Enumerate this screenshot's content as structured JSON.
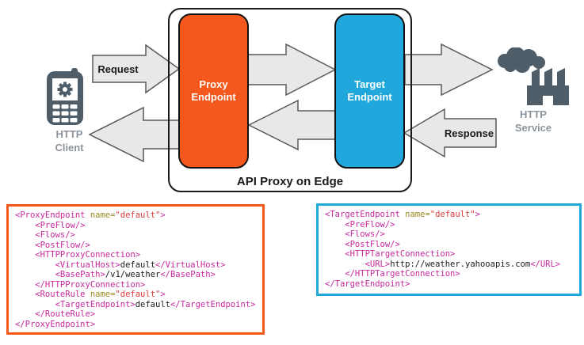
{
  "diagram": {
    "container_label": "API Proxy on Edge",
    "proxy_endpoint": {
      "label": "Proxy\nEndpoint",
      "color": "#F4581C"
    },
    "target_endpoint": {
      "label": "Target\nEndpoint",
      "color": "#20A8DC"
    },
    "request_label": "Request",
    "response_label": "Response",
    "client": {
      "label": "HTTP\nClient",
      "icon": "mobile-phone-gear-icon",
      "color": "#4F5D68"
    },
    "service": {
      "label": "HTTP\nService",
      "icon": "factory-smoke-icon",
      "color": "#4F5D68"
    },
    "arrow_fill": "#E8E8E8",
    "arrow_stroke": "#595959"
  },
  "code_blocks": {
    "proxy": {
      "border_color": "#F4581C",
      "lines": [
        [
          [
            "tag",
            "<ProxyEndpoint "
          ],
          [
            "attr",
            "name="
          ],
          [
            "str",
            "\"default\""
          ],
          [
            "tag",
            ">"
          ]
        ],
        [
          [
            "tag",
            "    <PreFlow/>"
          ]
        ],
        [
          [
            "tag",
            "    <Flows/>"
          ]
        ],
        [
          [
            "tag",
            "    <PostFlow/>"
          ]
        ],
        [
          [
            "tag",
            "    <HTTPProxyConnection>"
          ]
        ],
        [
          [
            "tag",
            "        <VirtualHost>"
          ],
          [
            "txt",
            "default"
          ],
          [
            "tag",
            "</VirtualHost>"
          ]
        ],
        [
          [
            "tag",
            "        <BasePath>"
          ],
          [
            "txt",
            "/v1/weather"
          ],
          [
            "tag",
            "</BasePath>"
          ]
        ],
        [
          [
            "tag",
            "    </HTTPProxyConnection>"
          ]
        ],
        [
          [
            "tag",
            "    <RouteRule "
          ],
          [
            "attr",
            "name="
          ],
          [
            "str",
            "\"default\""
          ],
          [
            "tag",
            ">"
          ]
        ],
        [
          [
            "tag",
            "        <TargetEndpoint>"
          ],
          [
            "txt",
            "default"
          ],
          [
            "tag",
            "</TargetEndpoint>"
          ]
        ],
        [
          [
            "tag",
            "    </RouteRule>"
          ]
        ],
        [
          [
            "tag",
            "</ProxyEndpoint>"
          ]
        ]
      ]
    },
    "target": {
      "border_color": "#20A8DC",
      "lines": [
        [
          [
            "tag",
            "<TargetEndpoint "
          ],
          [
            "attr",
            "name="
          ],
          [
            "str",
            "\"default\""
          ],
          [
            "tag",
            ">"
          ]
        ],
        [
          [
            "tag",
            "    <PreFlow/>"
          ]
        ],
        [
          [
            "tag",
            "    <Flows/>"
          ]
        ],
        [
          [
            "tag",
            "    <PostFlow/>"
          ]
        ],
        [
          [
            "tag",
            "    <HTTPTargetConnection>"
          ]
        ],
        [
          [
            "tag",
            "        <URL>"
          ],
          [
            "txt",
            "http://weather.yahooapis.com"
          ],
          [
            "tag",
            "</URL>"
          ]
        ],
        [
          [
            "tag",
            "    </HTTPTargetConnection>"
          ]
        ],
        [
          [
            "tag",
            "</TargetEndpoint>"
          ]
        ]
      ]
    }
  },
  "syntax_colors": {
    "tag": "#C7289C",
    "attribute": "#9A8A20",
    "string": "#DC3C3C",
    "text": "#1a1a1a"
  }
}
